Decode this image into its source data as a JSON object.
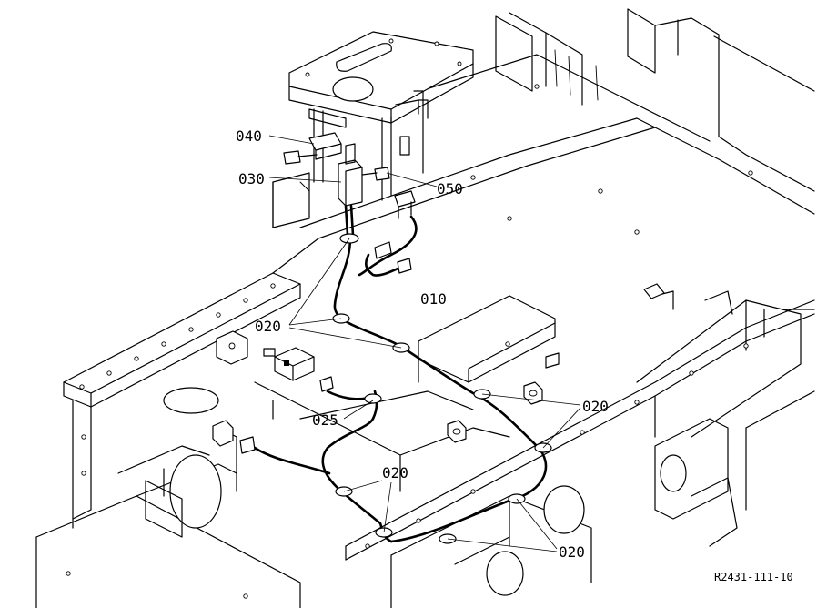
{
  "labels": {
    "p010": "010",
    "p020a": "020",
    "p020b": "020",
    "p020c": "020",
    "p020d": "020",
    "p025": "025",
    "p030": "030",
    "p040": "040",
    "p050": "050"
  },
  "drawing_ref": "R2431-111-10"
}
